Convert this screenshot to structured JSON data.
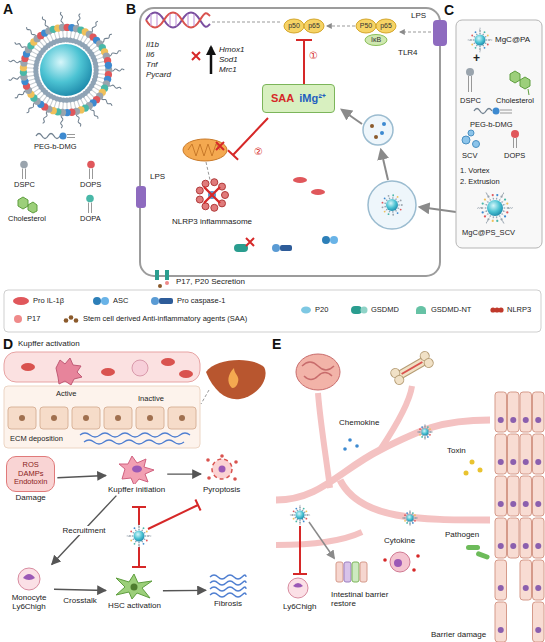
{
  "diagram": {
    "nodes": [
      {
        "text": [
          "SAA",
          "iMg²⁺"
        ]
      },
      {
        "text": [
          "ROS",
          "DAMPs",
          "Endotoxin",
          "Damage"
        ]
      },
      {
        "text": [
          "Kupffer initiation"
        ]
      },
      {
        "text": [
          "Pyroptosis"
        ]
      },
      {
        "text": [
          "Monocyte Ly6Chigh"
        ]
      },
      {
        "text": [
          "HSC activation"
        ]
      },
      {
        "text": [
          "Fibrosis"
        ]
      }
    ],
    "edges": [
      {
        "from": 1,
        "to": 2,
        "arrow": "to"
      },
      {
        "from": 2,
        "to": 3,
        "arrow": "to"
      },
      {
        "from": 2,
        "to": 4,
        "label": "Recruitment",
        "arrow": "to"
      },
      {
        "from": 4,
        "to": 5,
        "label": "Crosstalk",
        "arrow": "to"
      },
      {
        "from": 5,
        "to": 6,
        "arrow": "to"
      }
    ],
    "labels": [
      "A",
      "B",
      "C",
      "Il1b",
      "Il6",
      "Tnf",
      "Pycard",
      "Hmox1",
      "Sod1",
      "Mrc1",
      "p50",
      "p65",
      "P50",
      "p65",
      "IκB",
      "LPS",
      "TLR4",
      "①",
      "②",
      "LPS",
      "NLRP3 inflammasome",
      "P17, P20 Secretion",
      "MgC@PA",
      "+",
      "DSPC",
      "Cholesterol",
      "PEG-b-DMG",
      "SCV",
      "DOPS",
      "1. Vortex",
      "2. Extrusion",
      "MgC@PS_SCV",
      "D",
      "E",
      "Kupffer activation",
      "Active",
      "Inactive",
      "ECM deposition",
      "Toxin",
      "Chemokine",
      "Cytokine",
      "Pathogen",
      "Ly6Chigh",
      "Intestinal barrier restore",
      "Barrier damage"
    ],
    "legend": [
      {
        "text": "PEG-b-DMG"
      },
      {
        "text": "DSPC"
      },
      {
        "text": "DOPS"
      },
      {
        "text": "Cholesterol"
      },
      {
        "text": "DOPA"
      },
      {
        "text": "Pro IL-1β"
      },
      {
        "text": "ASC"
      },
      {
        "text": "Pro caspase-1"
      },
      {
        "text": "P17"
      },
      {
        "text": "Stem cell derived Anti-inflammatory agents (SAA)"
      },
      {
        "text": "P20"
      },
      {
        "text": "GSDMD"
      },
      {
        "text": "GSDMD-NT"
      },
      {
        "text": "NLRP3"
      }
    ]
  }
}
